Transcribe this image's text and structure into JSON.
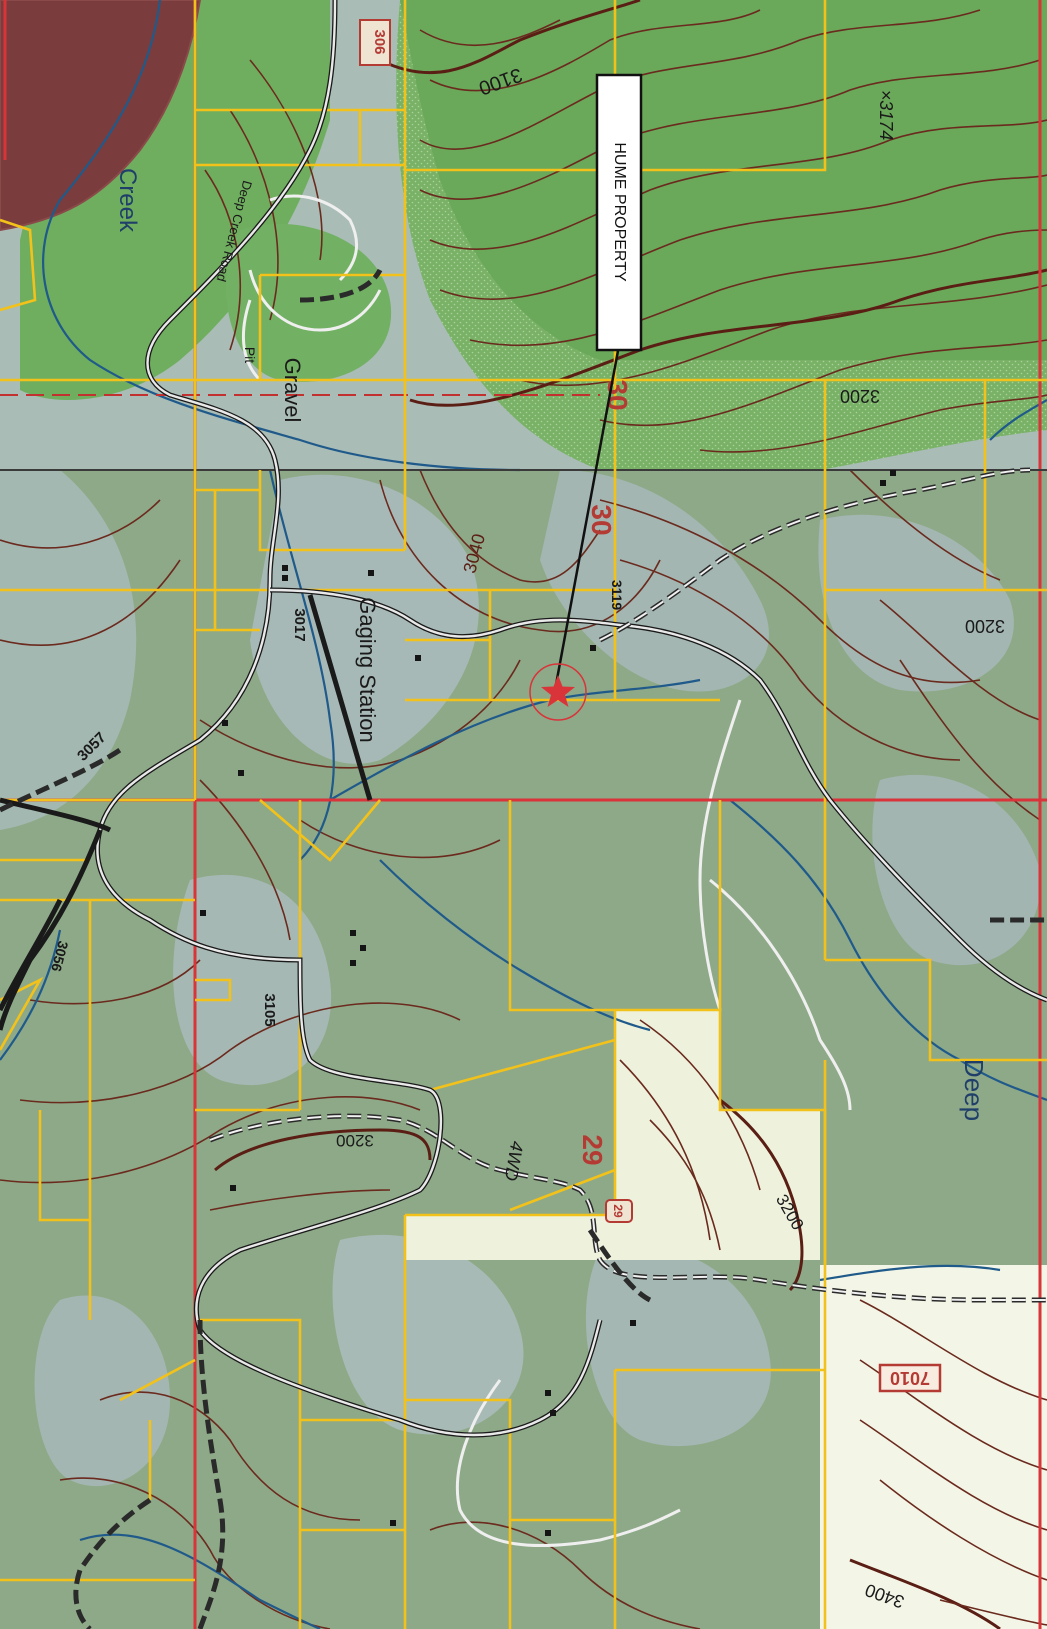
{
  "map": {
    "callout_label": "HUME PROPERTY",
    "marker": "star-marker",
    "labels": {
      "creek": "Creek",
      "deep_creek_road": "Deep Creek Road",
      "gravel_pit": "Gravel",
      "pit": "Pit",
      "gaging_station": "Gaging Station",
      "deep": "Deep",
      "fourwd": "4WD",
      "section_30a": "30",
      "section_30b": "30",
      "section_29a": "29",
      "section_29b": "29",
      "route_306": "306",
      "route_7010": "7010"
    },
    "elevations": {
      "e3100": "3100",
      "e3174": "×3174",
      "e3200a": "3200",
      "e3200b": "3200",
      "e3200c": "3200",
      "e3200d": "3200",
      "e3040": "3040",
      "e3119": "3119",
      "e3017": "3017",
      "e3057": "3057",
      "e3056": "3056",
      "e3105": "3105",
      "e3400": "3400"
    },
    "colors": {
      "forest_green": "#6fae5e",
      "light_green": "#8fc47a",
      "grey_blue": "#a9b9b8",
      "open_area": "#f2f5e2",
      "brown_upland": "#7a3c3c",
      "parcel_line": "#f2c21b",
      "section_line": "#d8343a",
      "contour": "#6b2a1e",
      "stream": "#1f5a8a"
    }
  }
}
